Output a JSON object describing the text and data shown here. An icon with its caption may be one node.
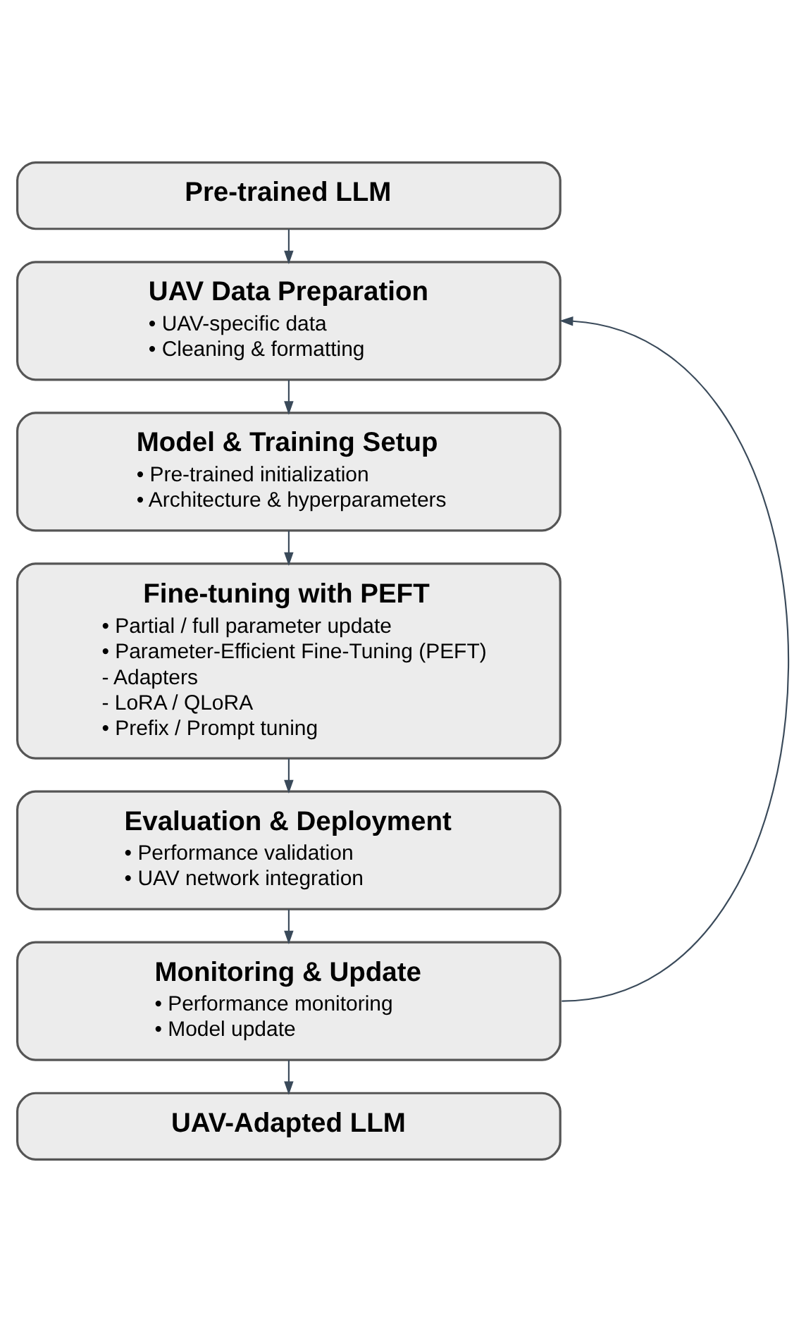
{
  "diagram": {
    "nodes": [
      {
        "text": [
          "Pre-trained LLM"
        ]
      },
      {
        "text": [
          "UAV Data Preparation",
          "• UAV-specific data",
          "• Cleaning & formatting"
        ]
      },
      {
        "text": [
          "Model & Training Setup",
          "• Pre-trained initialization",
          "• Architecture & hyperparameters"
        ]
      },
      {
        "text": [
          "Fine-tuning with PEFT",
          "• Partial / full parameter update",
          "• Parameter-Efficient Fine-Tuning (PEFT)",
          "- Adapters",
          "- LoRA / QLoRA",
          "• Prefix / Prompt tuning"
        ]
      },
      {
        "text": [
          "Evaluation & Deployment",
          "• Performance validation",
          "• UAV network integration"
        ]
      },
      {
        "text": [
          "Monitoring & Update",
          "• Performance monitoring",
          "• Model update"
        ]
      },
      {
        "text": [
          "UAV-Adapted LLM"
        ]
      }
    ],
    "edges": [
      {
        "from": 0,
        "to": 1,
        "arrow": "to"
      },
      {
        "from": 1,
        "to": 2,
        "arrow": "to"
      },
      {
        "from": 2,
        "to": 3,
        "arrow": "to"
      },
      {
        "from": 3,
        "to": 4,
        "arrow": "to"
      },
      {
        "from": 4,
        "to": 5,
        "arrow": "to"
      },
      {
        "from": 5,
        "to": 6,
        "arrow": "to"
      },
      {
        "from": 5,
        "to": 1,
        "arrow": "to"
      }
    ]
  }
}
